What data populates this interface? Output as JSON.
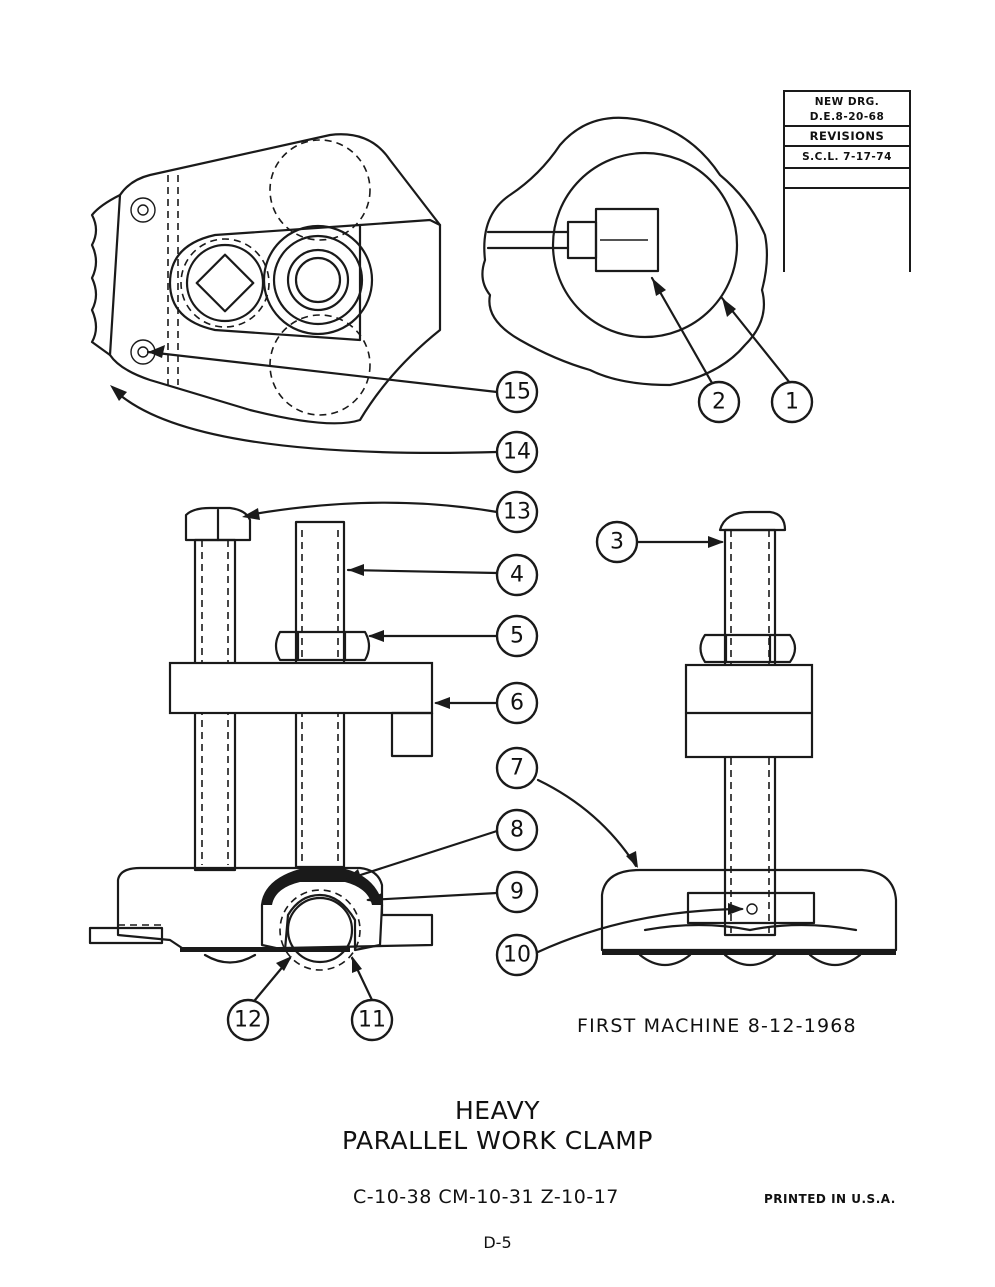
{
  "revision_block": {
    "line1": "NEW DRG.",
    "line2": "D.E.8-20-68",
    "line3": "REVISIONS",
    "line4": "S.C.L. 7-17-74"
  },
  "callouts": [
    "1",
    "2",
    "3",
    "4",
    "5",
    "6",
    "7",
    "8",
    "9",
    "10",
    "11",
    "12",
    "13",
    "14",
    "15"
  ],
  "first_machine": "FIRST MACHINE 8-12-1968",
  "title_line1": "HEAVY",
  "title_line2": "PARALLEL WORK CLAMP",
  "part_numbers": "C-10-38  CM-10-31  Z-10-17",
  "printed": "PRINTED IN U.S.A.",
  "page_number": "D-5"
}
